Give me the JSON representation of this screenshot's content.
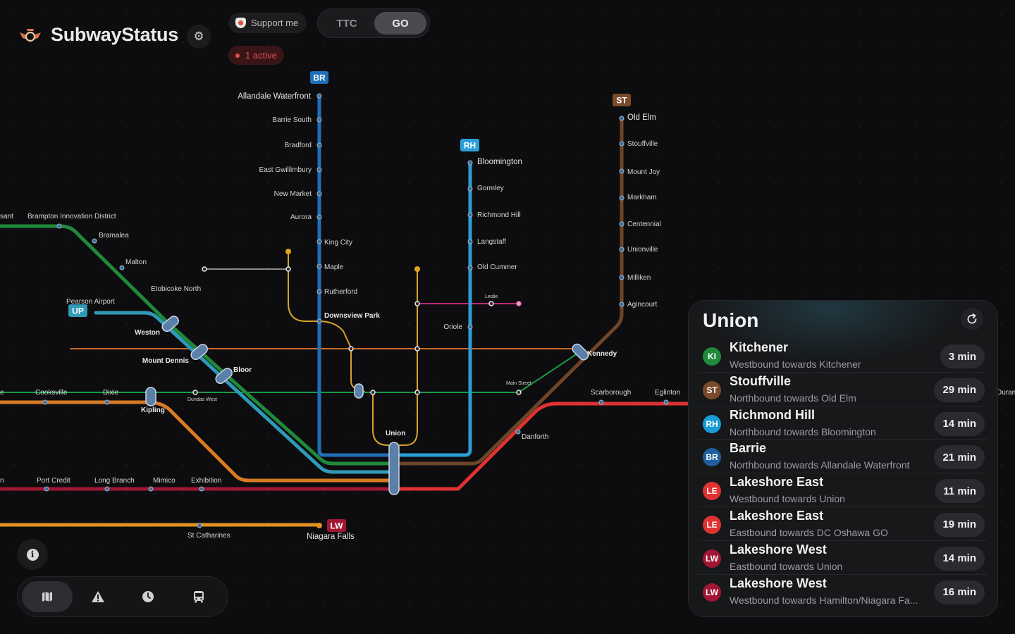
{
  "app": {
    "title": "SubwayStatus"
  },
  "header": {
    "support_label": "Support me",
    "segments": [
      "TTC",
      "GO"
    ],
    "selected_segment": "GO",
    "alerts_label": "1 active"
  },
  "colors": {
    "BR": "#1f6fb8",
    "RH": "#2a9fd6",
    "ST": "#7a4a2b",
    "UP": "#2f9ab8",
    "LW": "#b01e3c",
    "LE": "#e03232",
    "KI": "#1f8a3a",
    "MI": "#e07b20",
    "TTC1": "#e0a520",
    "TTC2": "#1a9a47",
    "TTC4": "#c02a7a"
  },
  "line_badges": {
    "BR": "BR",
    "RH": "RH",
    "ST": "ST",
    "UP": "UP",
    "LW": "LW"
  },
  "stations": {
    "br": [
      "Allandale Waterfront",
      "Barrie South",
      "Bradford",
      "East Gwillimbury",
      "New Market",
      "Aurora",
      "King City",
      "Maple",
      "Rutherford",
      "Downsview Park"
    ],
    "rh": [
      "Bloomington",
      "Gormley",
      "Richmond Hill",
      "Langstaff",
      "Old Cummer",
      "Oriole"
    ],
    "st": [
      "Old Elm",
      "Stouffville",
      "Mount Joy",
      "Markham",
      "Centennial",
      "Unionville",
      "Milliken",
      "Agincourt",
      "Kennedy"
    ],
    "ki": [
      "Brampton Innovation District",
      "Bramalea",
      "Malton",
      "Etobicoke North",
      "Weston",
      "Mount Dennis",
      "Bloor"
    ],
    "west": [
      "Cooksville",
      "Dixie",
      "Kipling",
      "Dundas West"
    ],
    "lakeshore": [
      "Port Credit",
      "Long Branch",
      "Mimico",
      "Exhibition"
    ],
    "east": [
      "Main Street",
      "Danforth",
      "Scarborough",
      "Eglinton"
    ],
    "misc": [
      "Pearson Airport",
      "Leslie",
      "Union",
      "St Catharines",
      "Niagara Falls"
    ],
    "partial": [
      "sant",
      "e",
      "n",
      "Duran"
    ]
  },
  "panel": {
    "title": "Union",
    "departures": [
      {
        "code": "KI",
        "color": "#1f8a3a",
        "name": "Kitchener",
        "direction": "Westbound towards Kitchener",
        "time": "3 min"
      },
      {
        "code": "ST",
        "color": "#7a4a2b",
        "name": "Stouffville",
        "direction": "Northbound towards Old Elm",
        "time": "29 min"
      },
      {
        "code": "RH",
        "color": "#1a9ad6",
        "name": "Richmond Hill",
        "direction": "Northbound towards Bloomington",
        "time": "14 min"
      },
      {
        "code": "BR",
        "color": "#1f5f9e",
        "name": "Barrie",
        "direction": "Northbound towards Allandale Waterfront",
        "time": "21 min"
      },
      {
        "code": "LE",
        "color": "#e03232",
        "name": "Lakeshore East",
        "direction": "Westbound towards Union",
        "time": "11 min"
      },
      {
        "code": "LE",
        "color": "#e03232",
        "name": "Lakeshore East",
        "direction": "Eastbound towards DC Oshawa GO",
        "time": "19 min"
      },
      {
        "code": "LW",
        "color": "#a01634",
        "name": "Lakeshore West",
        "direction": "Eastbound towards Union",
        "time": "14 min"
      },
      {
        "code": "LW",
        "color": "#a01634",
        "name": "Lakeshore West",
        "direction": "Westbound towards Hamilton/Niagara Fa...",
        "time": "16 min"
      }
    ]
  },
  "tabs": [
    {
      "name": "tab-map",
      "icon": "map-icon",
      "active": true
    },
    {
      "name": "tab-alerts",
      "icon": "warning-icon",
      "active": false
    },
    {
      "name": "tab-history",
      "icon": "clock-icon",
      "active": false
    },
    {
      "name": "tab-vehicles",
      "icon": "bus-icon",
      "active": false
    }
  ]
}
